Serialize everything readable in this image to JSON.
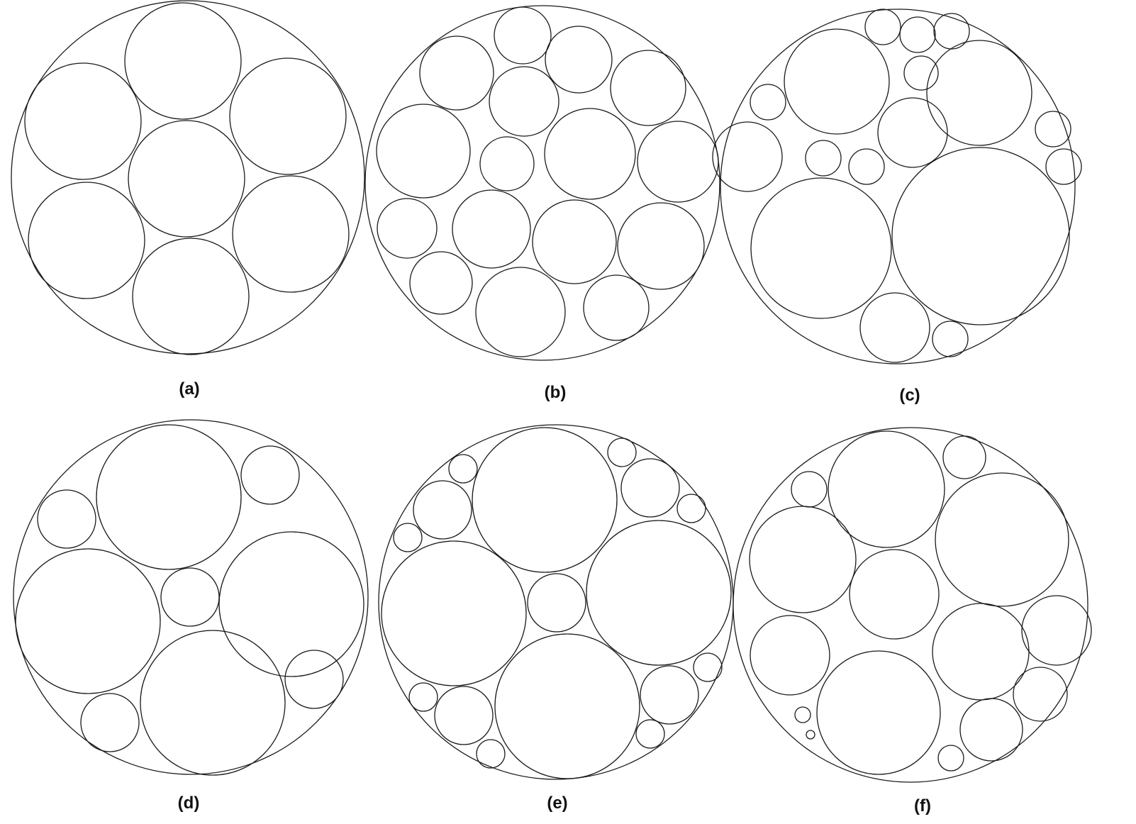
{
  "panels": [
    {
      "id": "a",
      "label": "(a)"
    },
    {
      "id": "b",
      "label": "(b)"
    },
    {
      "id": "c",
      "label": "(c)"
    },
    {
      "id": "d",
      "label": "(d)"
    },
    {
      "id": "e",
      "label": "(e)"
    },
    {
      "id": "f",
      "label": "(f)"
    }
  ],
  "colors": {
    "stroke": "#1a1a1a",
    "background": "#ffffff",
    "label": "#111111"
  }
}
